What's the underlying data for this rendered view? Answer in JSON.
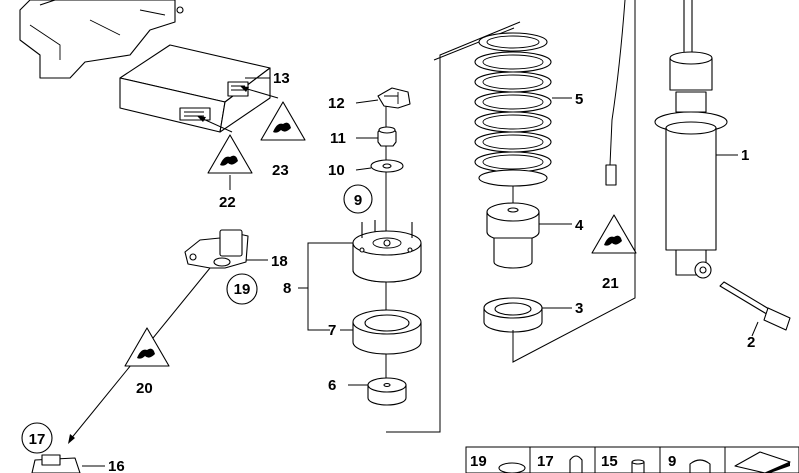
{
  "diagram": {
    "callouts": {
      "c1": "1",
      "c2": "2",
      "c3": "3",
      "c4": "4",
      "c5": "5",
      "c6": "6",
      "c7": "7",
      "c8": "8",
      "c9": "9",
      "c10": "10",
      "c11": "11",
      "c12": "12",
      "c13": "13",
      "c16": "16",
      "c17": "17",
      "c18": "18",
      "c19": "19",
      "c20": "20",
      "c21": "21",
      "c22": "22",
      "c23": "23"
    },
    "legend": {
      "l19": "19",
      "l17": "17",
      "l15": "15",
      "l9": "9"
    }
  }
}
